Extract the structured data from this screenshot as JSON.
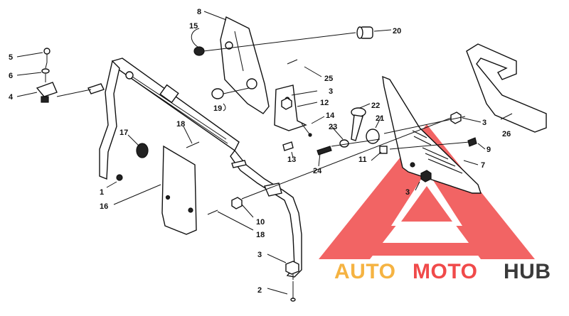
{
  "diagram": {
    "callouts": [
      {
        "id": "c8",
        "text": "8"
      },
      {
        "id": "c15",
        "text": "15"
      },
      {
        "id": "c20",
        "text": "20"
      },
      {
        "id": "c5",
        "text": "5"
      },
      {
        "id": "c6",
        "text": "6"
      },
      {
        "id": "c4",
        "text": "4"
      },
      {
        "id": "c25",
        "text": "25"
      },
      {
        "id": "c3a",
        "text": "3"
      },
      {
        "id": "c12",
        "text": "12"
      },
      {
        "id": "c14",
        "text": "14"
      },
      {
        "id": "c19",
        "text": "19"
      },
      {
        "id": "c22",
        "text": "22"
      },
      {
        "id": "c21",
        "text": "21"
      },
      {
        "id": "c23",
        "text": "23"
      },
      {
        "id": "c3b",
        "text": "3"
      },
      {
        "id": "c26",
        "text": "26"
      },
      {
        "id": "c17",
        "text": "17"
      },
      {
        "id": "c18a",
        "text": "18"
      },
      {
        "id": "c13",
        "text": "13"
      },
      {
        "id": "c11",
        "text": "11"
      },
      {
        "id": "c9",
        "text": "9"
      },
      {
        "id": "c24",
        "text": "24"
      },
      {
        "id": "c7",
        "text": "7"
      },
      {
        "id": "c1",
        "text": "1"
      },
      {
        "id": "c16",
        "text": "16"
      },
      {
        "id": "c3c",
        "text": "3"
      },
      {
        "id": "c10",
        "text": "10"
      },
      {
        "id": "c18b",
        "text": "18"
      },
      {
        "id": "c3d",
        "text": "3"
      },
      {
        "id": "c2",
        "text": "2"
      }
    ]
  },
  "watermark": {
    "part1": "AUTO",
    "part2": "MOTO",
    "part3": "HUB",
    "colors": {
      "triangle": "#f04a4a",
      "auto": "#f5b342",
      "moto": "#f04a4a",
      "hub": "#3a3a3a"
    }
  }
}
